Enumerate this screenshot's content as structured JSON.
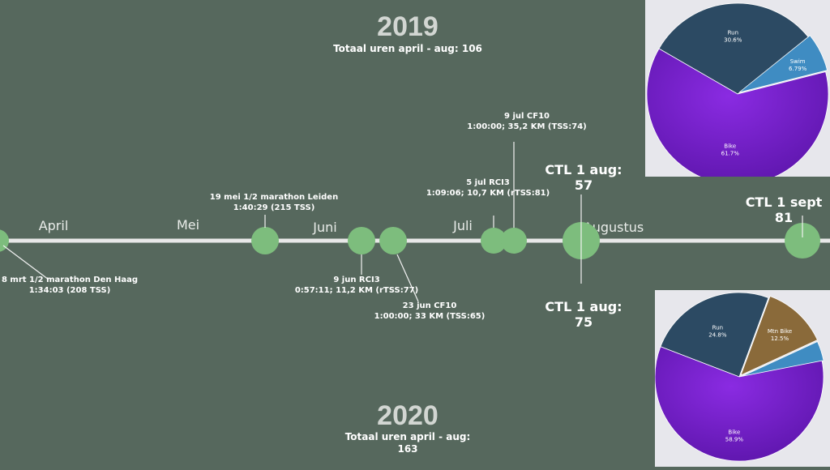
{
  "colors": {
    "background": "#56685d",
    "axis": "#e8e8e8",
    "bubble": "#7dbd7d",
    "run": "#2c4a63",
    "swim": "#3f8cc2",
    "bike": "#7c1fd0",
    "mtn_bike": "#8a6a3a"
  },
  "year_2019": {
    "title": "2019",
    "subtitle": "Totaal uren april - aug: 106"
  },
  "year_2020": {
    "title": "2020",
    "subtitle_line1": "Totaal uren april - aug:",
    "subtitle_line2": "163"
  },
  "ctl": {
    "aug_2019": "CTL 1 aug: 57",
    "aug_2020_line1": "CTL 1 aug:",
    "aug_2020_line2": "75",
    "sept": "CTL 1 sept 81"
  },
  "chart_data": [
    {
      "type": "timeline",
      "months": [
        "April",
        "Mei",
        "Juni",
        "Juli",
        "Augustus"
      ],
      "events": [
        {
          "id": "den-haag",
          "date": "8 mrt",
          "lines": [
            "8 mrt 1/2 marathon Den Haag",
            "1:34:03 (208 TSS)"
          ]
        },
        {
          "id": "leiden",
          "date": "19 mei",
          "lines": [
            "19 mei 1/2 marathon Leiden",
            "1:40:29 (215 TSS)"
          ]
        },
        {
          "id": "jun9",
          "date": "9 jun",
          "lines": [
            "9 jun RCI3",
            "0:57:11; 11,2 KM (rTSS:77)"
          ]
        },
        {
          "id": "jun23",
          "date": "23 jun",
          "lines": [
            "23 jun CF10",
            "1:00:00; 33 KM (TSS:65)"
          ]
        },
        {
          "id": "jul5",
          "date": "5 jul",
          "lines": [
            "5 jul RCI3",
            "1:09:06; 10,7 KM (rTSS:81)"
          ]
        },
        {
          "id": "jul9",
          "date": "9 jul",
          "lines": [
            "9 jul CF10",
            "1:00:00; 35,2 KM (TSS:74)"
          ]
        },
        {
          "id": "aug1",
          "date": "1 aug",
          "lines": []
        },
        {
          "id": "sep1",
          "date": "1 sept",
          "lines": []
        }
      ]
    },
    {
      "type": "pie",
      "year": "2019",
      "slices": [
        {
          "label": "Run",
          "value": 30.6,
          "display": "30.6%"
        },
        {
          "label": "Swim",
          "value": 6.79,
          "display": "6.79%"
        },
        {
          "label": "Bike",
          "value": 61.7,
          "display": "61.7%"
        }
      ]
    },
    {
      "type": "pie",
      "year": "2020",
      "slices": [
        {
          "label": "Run",
          "value": 24.8,
          "display": "24.8%"
        },
        {
          "label": "Mtn Bike",
          "value": 12.5,
          "display": "12.5%"
        },
        {
          "label": "",
          "value": 3.8,
          "display": ""
        },
        {
          "label": "Bike",
          "value": 58.9,
          "display": "58.9%"
        }
      ]
    }
  ]
}
